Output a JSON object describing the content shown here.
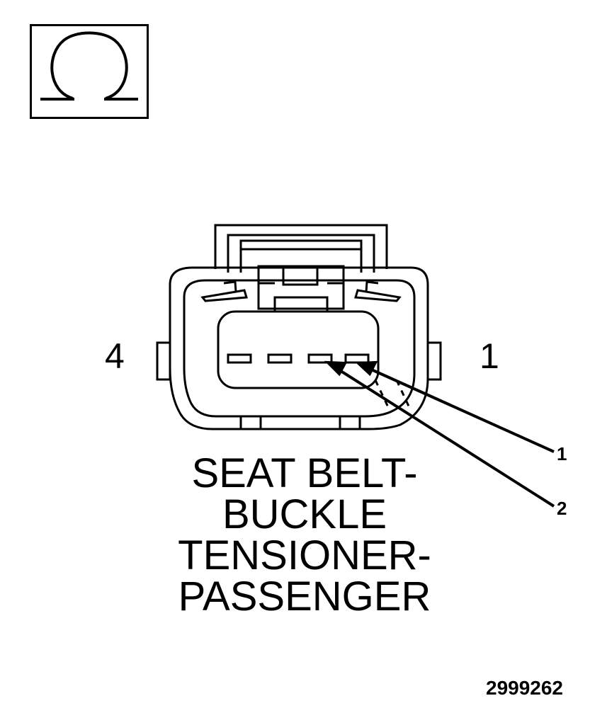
{
  "symbol": {
    "icon": "ohm-omega-icon"
  },
  "connector": {
    "name": "SEAT BELT-BUCKLE TENSIONER-PASSENGER",
    "pin_left": "4",
    "pin_right": "1"
  },
  "callouts": [
    {
      "label": "1"
    },
    {
      "label": "2"
    }
  ],
  "title_lines": [
    "SEAT BELT-",
    "BUCKLE",
    "TENSIONER-",
    "PASSENGER"
  ],
  "figure_id": "2999262"
}
